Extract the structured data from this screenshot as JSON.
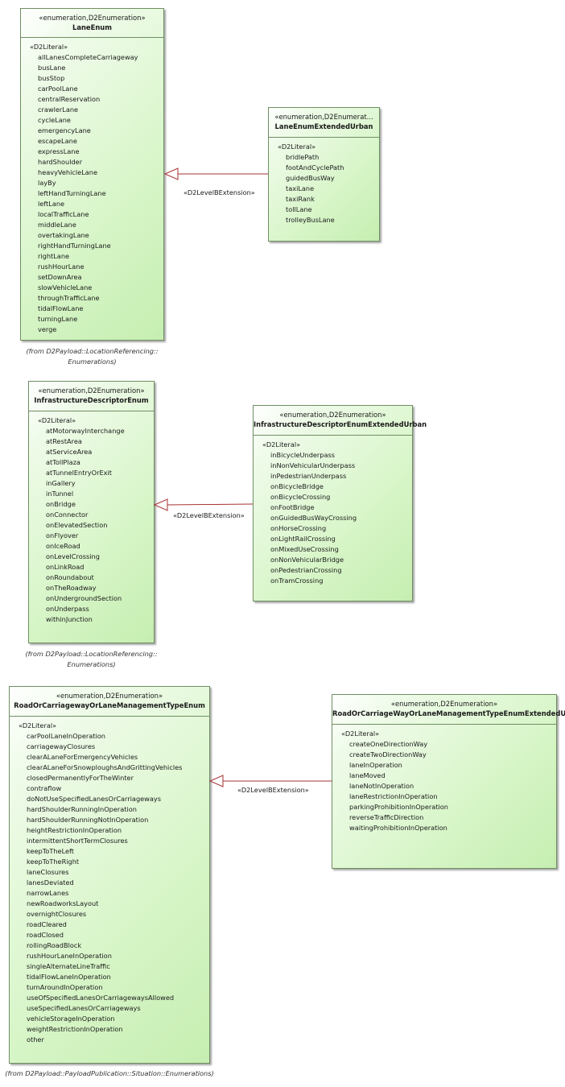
{
  "enums": [
    {
      "stereotype": "«enumeration,D2Enumeration»",
      "name": "LaneEnum",
      "literal_stereotype": "«D2Literal»",
      "literals": [
        "allLanesCompleteCarriageway",
        "busLane",
        "busStop",
        "carPoolLane",
        "centralReservation",
        "crawlerLane",
        "cycleLane",
        "emergencyLane",
        "escapeLane",
        "expressLane",
        "hardShoulder",
        "heavyVehicleLane",
        "layBy",
        "leftHandTurningLane",
        "leftLane",
        "localTrafficLane",
        "middleLane",
        "overtakingLane",
        "rightHandTurningLane",
        "rightLane",
        "rushHourLane",
        "setDownArea",
        "slowVehicleLane",
        "throughTrafficLane",
        "tidalFlowLane",
        "turningLane",
        "verge"
      ],
      "package_line1": "(from D2Payload::LocationReferencing::",
      "package_line2": "Enumerations)"
    },
    {
      "stereotype": "«enumeration,D2Enumerat...",
      "name": "LaneEnumExtendedUrban",
      "literal_stereotype": "«D2Literal»",
      "literals": [
        "bridlePath",
        "footAndCyclePath",
        "guidedBusWay",
        "taxiLane",
        "taxiRank",
        "tollLane",
        "trolleyBusLane"
      ]
    },
    {
      "stereotype": "«enumeration,D2Enumeration»",
      "name": "InfrastructureDescriptorEnum",
      "literal_stereotype": "«D2Literal»",
      "literals": [
        "atMotorwayInterchange",
        "atRestArea",
        "atServiceArea",
        "atTollPlaza",
        "atTunnelEntryOrExit",
        "inGallery",
        "inTunnel",
        "onBridge",
        "onConnector",
        "onElevatedSection",
        "onFlyover",
        "onIceRoad",
        "onLevelCrossing",
        "onLinkRoad",
        "onRoundabout",
        "onTheRoadway",
        "onUndergroundSection",
        "onUnderpass",
        "withinJunction"
      ],
      "package_line1": "(from D2Payload::LocationReferencing::",
      "package_line2": "Enumerations)"
    },
    {
      "stereotype": "«enumeration,D2Enumeration»",
      "name": "InfrastructureDescriptorEnumExtendedUrban",
      "literal_stereotype": "«D2Literal»",
      "literals": [
        "inBicycleUnderpass",
        "inNonVehicularUnderpass",
        "inPedestrianUnderpass",
        "onBicycleBridge",
        "onBicycleCrossing",
        "onFootBridge",
        "onGuidedBusWayCrossing",
        "onHorseCrossing",
        "onLightRailCrossing",
        "onMixedUseCrossing",
        "onNonVehicularBridge",
        "onPedestrianCrossing",
        "onTramCrossing"
      ]
    },
    {
      "stereotype": "«enumeration,D2Enumeration»",
      "name": "RoadOrCarriagewayOrLaneManagementTypeEnum",
      "literal_stereotype": "«D2Literal»",
      "literals": [
        "carPoolLaneInOperation",
        "carriagewayClosures",
        "clearALaneForEmergencyVehicles",
        "clearALaneForSnowploughsAndGrittingVehicles",
        "closedPermanentlyForTheWinter",
        "contraflow",
        "doNotUseSpecifiedLanesOrCarriageways",
        "hardShoulderRunningInOperation",
        "hardShoulderRunningNotInOperation",
        "heightRestrictionInOperation",
        "intermittentShortTermClosures",
        "keepToTheLeft",
        "keepToTheRight",
        "laneClosures",
        "lanesDeviated",
        "narrowLanes",
        "newRoadworksLayout",
        "overnightClosures",
        "roadCleared",
        "roadClosed",
        "rollingRoadBlock",
        "rushHourLaneInOperation",
        "singleAlternateLineTraffic",
        "tidalFlowLaneInOperation",
        "turnAroundInOperation",
        "useOfSpecifiedLanesOrCarriagewaysAllowed",
        "useSpecifiedLanesOrCarriageways",
        "vehicleStorageInOperation",
        "weightRestrictionInOperation",
        "other"
      ],
      "package_line1": "(from D2Payload::PayloadPublication::Situation::Enumerations)"
    },
    {
      "stereotype": "«enumeration,D2Enumeration»",
      "name": "RoadOrCarriageWayOrLaneManagementTypeEnumExtendedUrban",
      "literal_stereotype": "«D2Literal»",
      "literals": [
        "createOneDirectionWay",
        "createTwoDirectionWay",
        "laneInOperation",
        "laneMoved",
        "laneNotInOperation",
        "laneRestrictionInOperation",
        "parkingProhibitionInOperation",
        "reverseTrafficDirection",
        "waitingProhibitionInOperation"
      ]
    }
  ],
  "relations": [
    {
      "label": "«D2LevelBExtension»"
    },
    {
      "label": "«D2LevelBExtension»"
    },
    {
      "label": "«D2LevelBExtension»"
    }
  ],
  "colors": {
    "line": "#a83232",
    "border": "#6f8f63",
    "fill_light": "#eefbe8",
    "fill_dark": "#c6eeb1"
  }
}
